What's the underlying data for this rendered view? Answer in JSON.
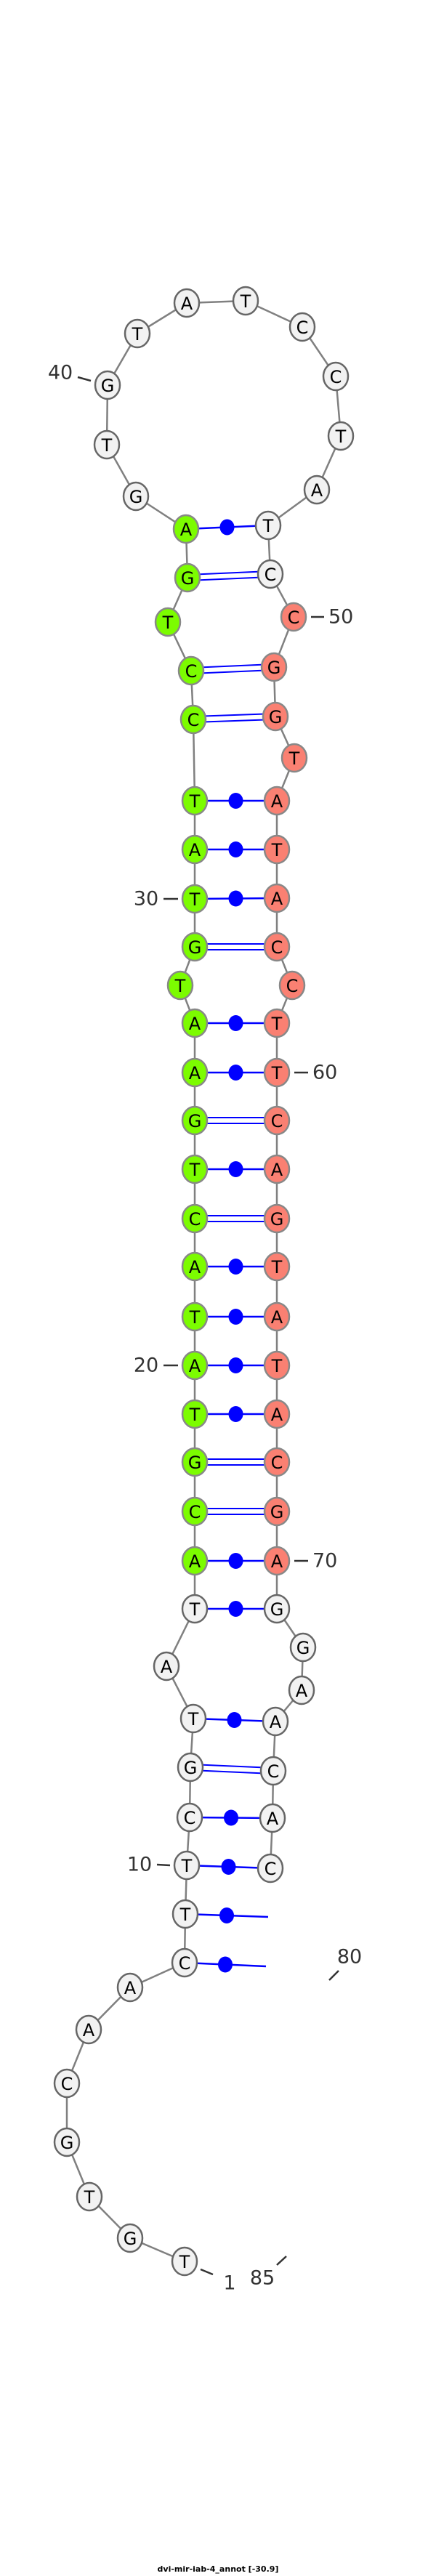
{
  "title": "dvi-mir-iab-4_annot [-30.9]",
  "sequence": "TGTGCAACTTCGTATACGTATACTGAATGTATCCTGAGTGTATCCTATCCGGTATACCTTCAGTATACGAGGAACAC",
  "highlight": {
    "green_range": [
      16,
      37
    ],
    "red_range": [
      50,
      70
    ],
    "green_color": "#7cfc00",
    "red_color": "#fa8072",
    "default_color": "#f2f2f2",
    "pair_color": "#0000ff"
  },
  "pairs": [
    [
      37,
      48
    ],
    [
      36,
      49
    ],
    [
      34,
      51
    ],
    [
      33,
      52
    ],
    [
      32,
      54
    ],
    [
      31,
      55
    ],
    [
      30,
      56
    ],
    [
      29,
      57
    ],
    [
      27,
      59
    ],
    [
      26,
      60
    ],
    [
      25,
      61
    ],
    [
      24,
      62
    ],
    [
      23,
      63
    ],
    [
      22,
      64
    ],
    [
      21,
      65
    ],
    [
      20,
      66
    ],
    [
      19,
      67
    ],
    [
      18,
      68
    ],
    [
      17,
      69
    ],
    [
      16,
      70
    ],
    [
      15,
      71
    ],
    [
      13,
      74
    ],
    [
      12,
      75
    ],
    [
      11,
      76
    ],
    [
      10,
      77
    ],
    [
      9,
      78
    ],
    [
      8,
      79
    ]
  ],
  "position_labels": [
    {
      "index": 1,
      "text": "1"
    },
    {
      "index": 10,
      "text": "10"
    },
    {
      "index": 20,
      "text": "20"
    },
    {
      "index": 30,
      "text": "30"
    },
    {
      "index": 40,
      "text": "40"
    },
    {
      "index": 50,
      "text": "50"
    },
    {
      "index": 60,
      "text": "60"
    },
    {
      "index": 70,
      "text": "70"
    },
    {
      "index": 80,
      "text": "80"
    },
    {
      "index": 85,
      "text": "85"
    }
  ]
}
